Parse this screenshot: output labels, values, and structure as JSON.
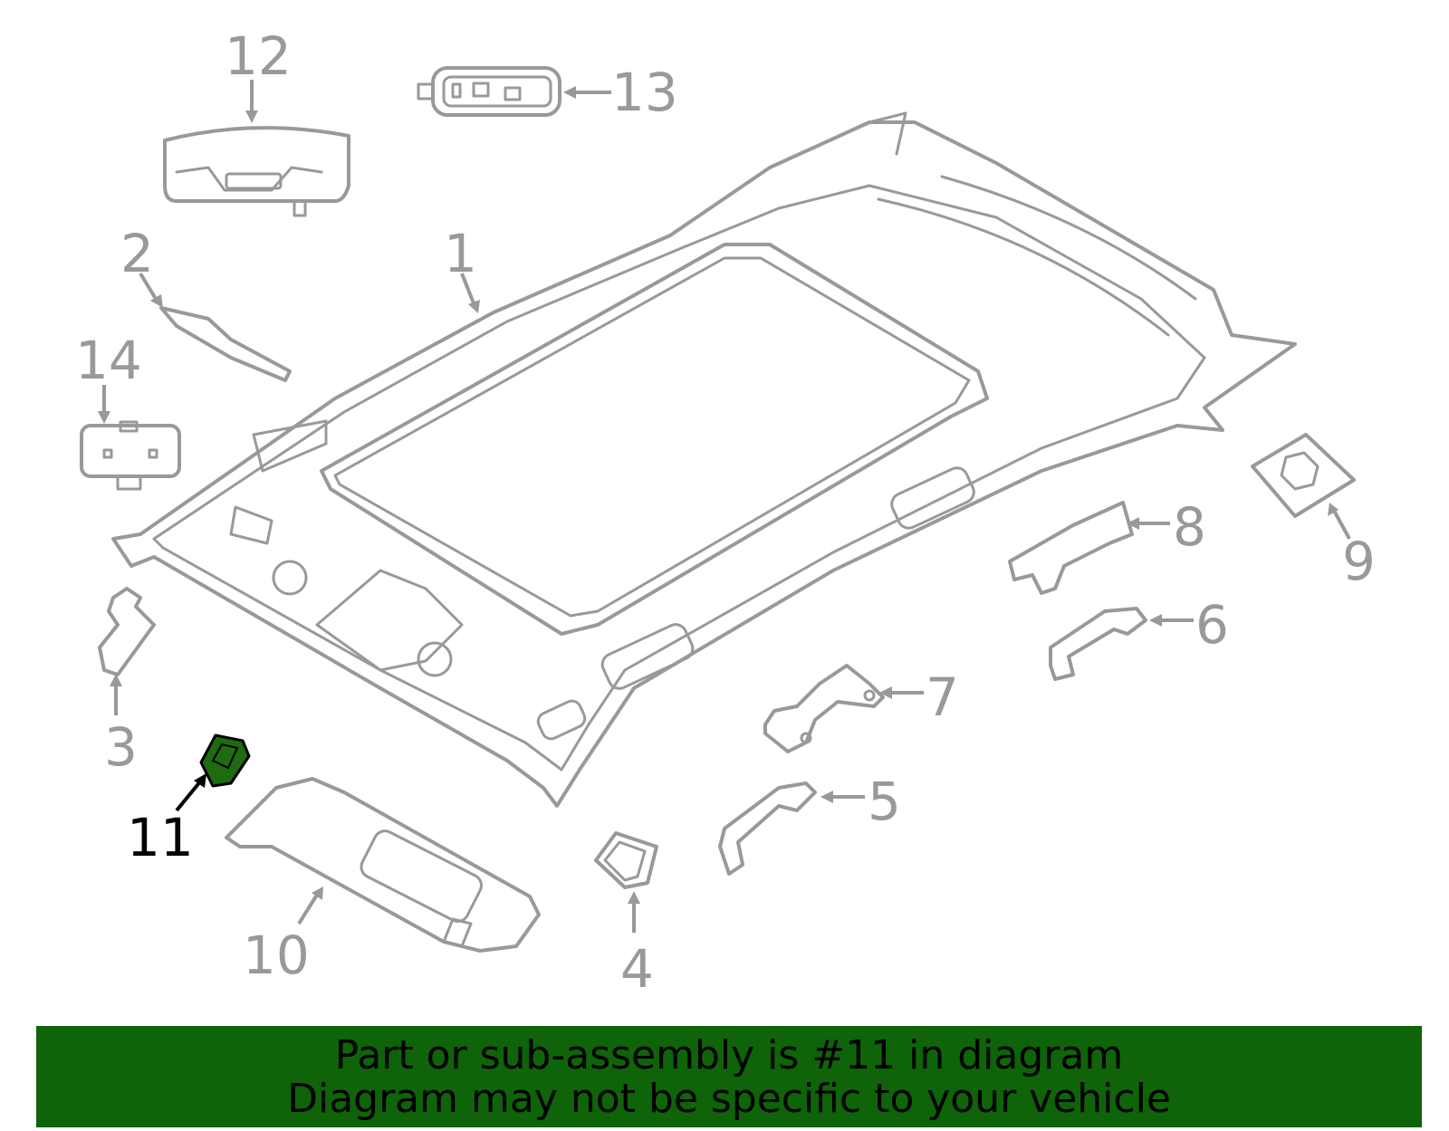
{
  "diagram": {
    "highlight_color": "#1f6b12",
    "line_color": "#999999",
    "callouts": {
      "c1": "1",
      "c2": "2",
      "c3": "3",
      "c4": "4",
      "c5": "5",
      "c6": "6",
      "c7": "7",
      "c8": "8",
      "c9": "9",
      "c10": "10",
      "c11": "11",
      "c12": "12",
      "c13": "13",
      "c14": "14"
    },
    "highlighted_part": "11"
  },
  "banner": {
    "color": "#0f6308",
    "line1": "Part or sub-assembly is #11 in diagram",
    "line2": "Diagram may not be specific to your vehicle"
  }
}
